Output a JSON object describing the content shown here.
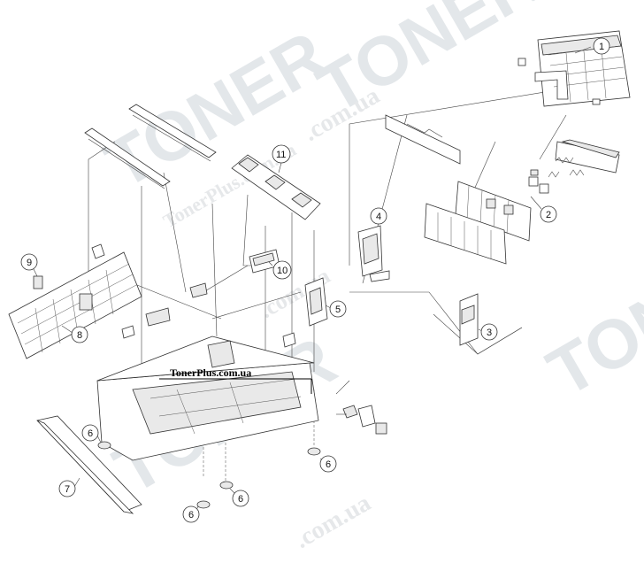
{
  "watermark": {
    "brand_big": "TONER",
    "brand_site": "TonerPlus.com.ua",
    "brand_site_lower": ".com.ua"
  },
  "banner": {
    "text": "TonerPlus.com.ua"
  },
  "callouts": [
    {
      "id": "c1",
      "label": "1"
    },
    {
      "id": "c2",
      "label": "2"
    },
    {
      "id": "c3",
      "label": "3"
    },
    {
      "id": "c4",
      "label": "4"
    },
    {
      "id": "c5",
      "label": "5"
    },
    {
      "id": "c6a",
      "label": "6"
    },
    {
      "id": "c6b",
      "label": "6"
    },
    {
      "id": "c6c",
      "label": "6"
    },
    {
      "id": "c6d",
      "label": "6"
    },
    {
      "id": "c7",
      "label": "7"
    },
    {
      "id": "c8",
      "label": "8"
    },
    {
      "id": "c9",
      "label": "9"
    },
    {
      "id": "c10",
      "label": "10"
    },
    {
      "id": "c11",
      "label": "11"
    }
  ],
  "colors": {
    "watermark": "#e3e7ea",
    "line": "#333333",
    "shade": "#e9e9e9"
  }
}
